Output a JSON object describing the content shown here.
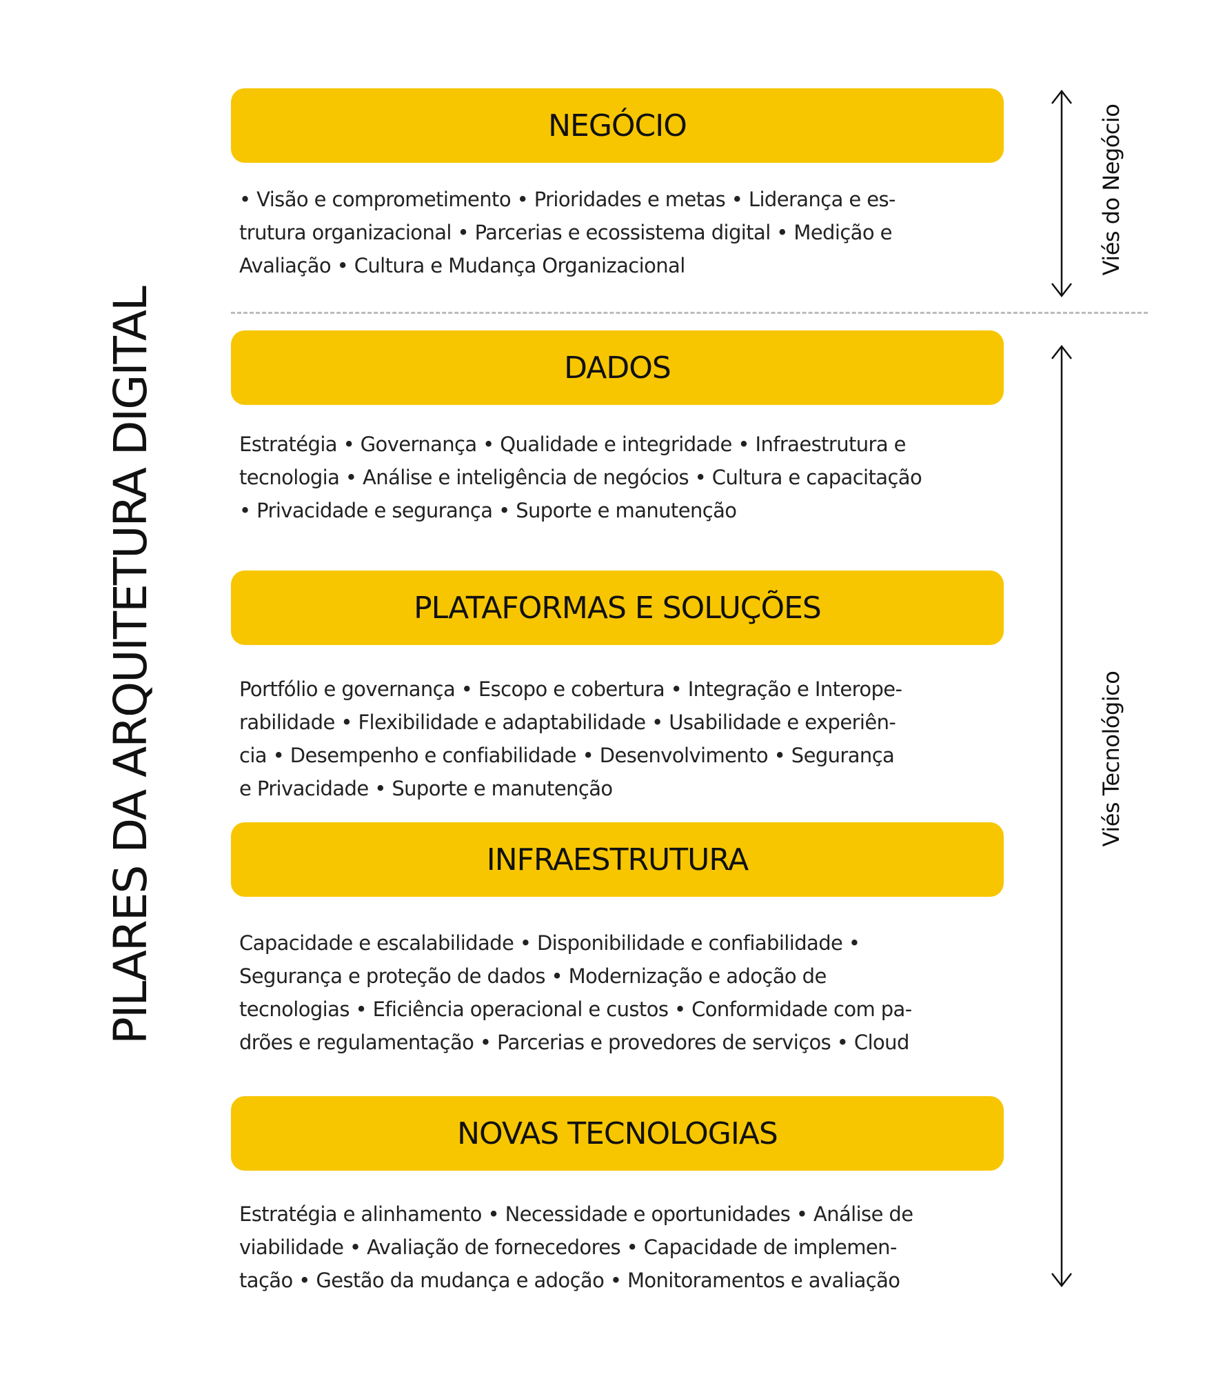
{
  "title": "PILARES DA ARQUITETURA DIGITAL",
  "accent_color": "#F7C600",
  "pillars": [
    {
      "title": "NEGÓCIO",
      "lines": [
        "•  Visão e comprometimento •   Prioridades e metas •  Liderança e es-",
        "trutura organizacional  •  Parcerias e ecossistema digital •  Medição e",
        "Avaliação •   Cultura e Mudança Organizacional"
      ]
    },
    {
      "title": "DADOS",
      "lines": [
        "Estratégia •   Governança •  Qualidade e integridade •   Infraestrutura e",
        "tecnologia •   Análise e inteligência de negócios •  Cultura e capacitação",
        "•  Privacidade e segurança •  Suporte e manutenção"
      ]
    },
    {
      "title": "PLATAFORMAS E SOLUÇÕES",
      "lines": [
        "Portfólio e governança •   Escopo e cobertura •  Integração e Interope-",
        "rabilidade •   Flexibilidade e adaptabilidade •   Usabilidade  e experiên-",
        "cia •   Desempenho e confiabilidade •  Desenvolvimento •   Segurança",
        "e Privacidade •   Suporte e manutenção"
      ]
    },
    {
      "title": "INFRAESTRUTURA",
      "lines": [
        "Capacidade e escalabilidade •  Disponibilidade e confiabilidade •",
        "Segurança e proteção de dados •   Modernização e adoção de",
        "tecnologias •   Eficiência operacional e custos •   Conformidade com pa-",
        "drões e regulamentação •   Parcerias e provedores de serviços •   Cloud"
      ]
    },
    {
      "title": "NOVAS TECNOLOGIAS",
      "lines": [
        "Estratégia e alinhamento •   Necessidade e oportunidades •  Análise de",
        "viabilidade •   Avaliação de fornecedores •   Capacidade de implemen-",
        "tação •   Gestão da mudança e adoção •  Monitoramentos e avaliação"
      ]
    }
  ],
  "side_labels": {
    "business": "Viés do Negócio",
    "technology": "Viés Tecnológico"
  }
}
